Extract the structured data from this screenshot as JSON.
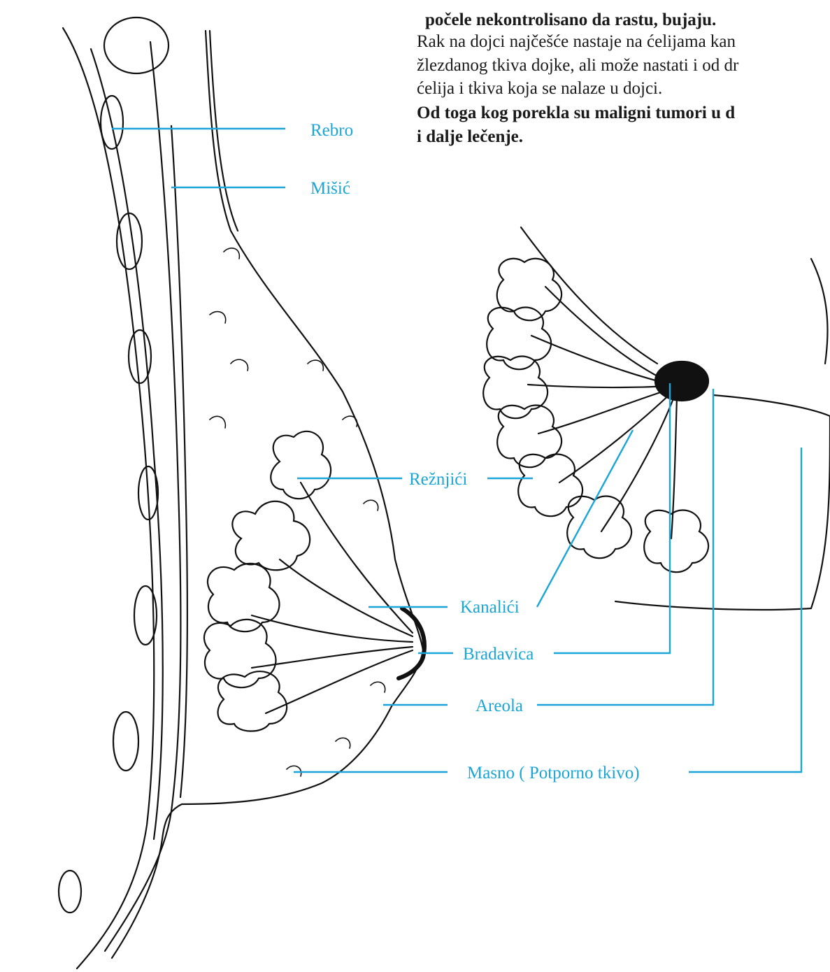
{
  "text": {
    "line1": "počele  nekontrolisano da rastu, bujaju.",
    "line2": "Rak na dojci najčešće nastaje na ćelijama kan",
    "line3": "žlezdanog tkiva dojke, ali može nastati i od dr",
    "line4": "ćelija i tkiva  koja se nalaze u dojci.",
    "line5": "Od toga kog porekla su maligni tumori u d",
    "line6": "i dalje lečenje."
  },
  "labels": {
    "rebro": "Rebro",
    "misic": "Mišić",
    "reznjici": "Režnjići",
    "kanalici": "Kanalići",
    "bradavica": "Bradavica",
    "areola": "Areola",
    "masno": "Masno ( Potporno tkivo)"
  },
  "colors": {
    "label": "#1aa6d8",
    "leader": "#1aa6d8",
    "ink": "#111111"
  }
}
